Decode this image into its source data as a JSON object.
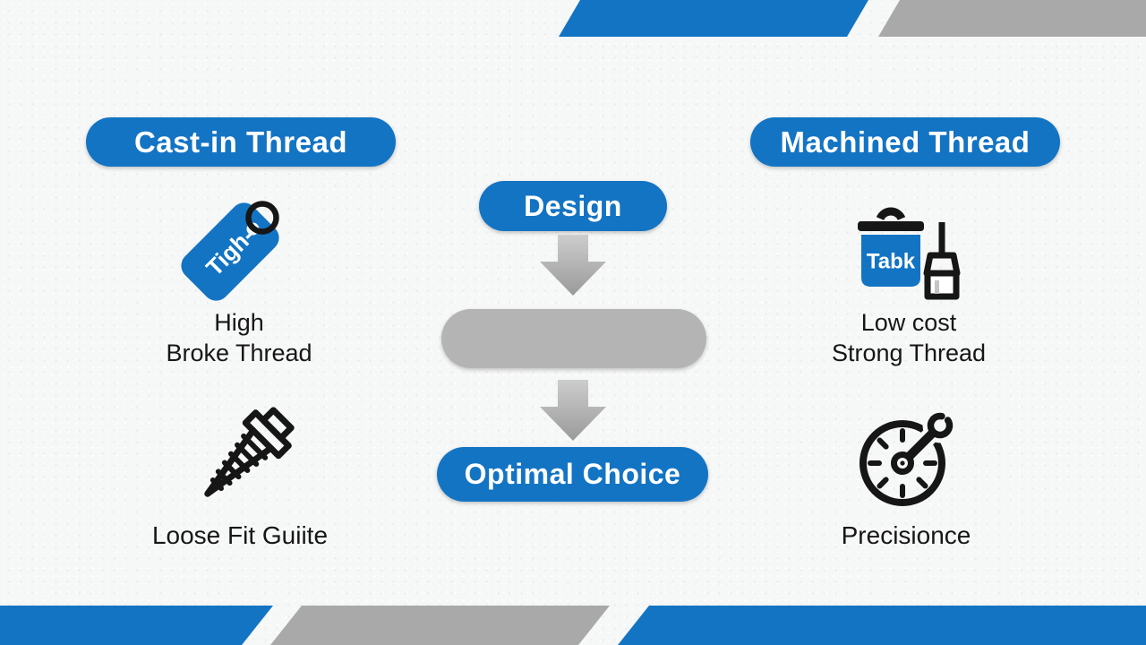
{
  "palette": {
    "blue": "#1374c4",
    "ribbon_gray": "#a9a9a9",
    "pill_gray": "#b4b4b4",
    "text_dark": "#161616",
    "arrow_light": "#cdcdcd",
    "arrow_dark": "#9a9a9a"
  },
  "header_left": {
    "label": "Cast-in Thread"
  },
  "header_right": {
    "label": "Machined Thread"
  },
  "flow": {
    "step1": "Design",
    "step2": "",
    "step3": "Optimal Choice"
  },
  "left": {
    "tag_label": "Tigh-",
    "caption1": [
      "High",
      "Broke Thread"
    ],
    "caption2": "Loose Fit Guiite"
  },
  "right": {
    "bucket_label": "Tabk",
    "caption1": [
      "Low cost",
      "Strong Thread"
    ],
    "caption2": "Precisionce"
  }
}
